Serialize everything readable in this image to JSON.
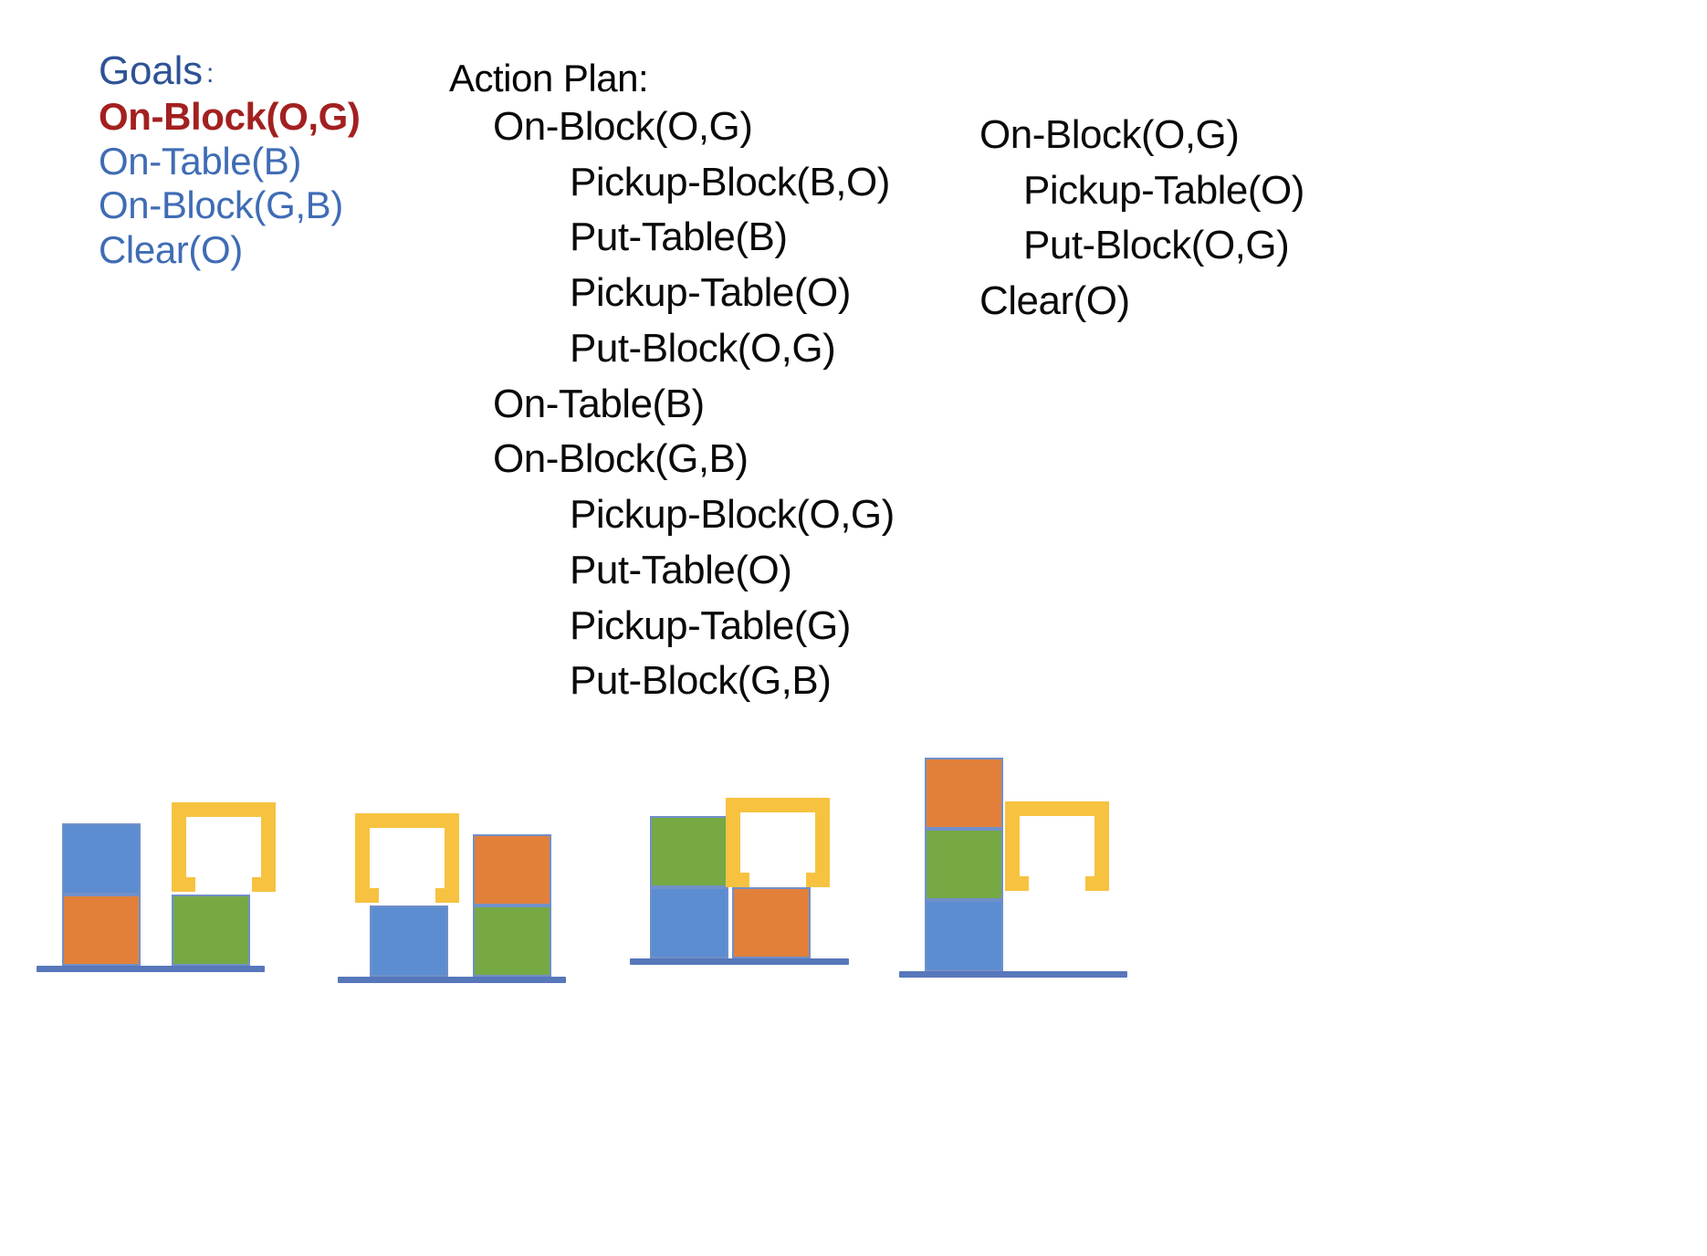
{
  "goals": {
    "title": "Goals",
    "title_colon": ":",
    "items": [
      {
        "text": "On-Block(O,G)",
        "highlight": true
      },
      {
        "text": "On-Table(B)",
        "highlight": false
      },
      {
        "text": "On-Block(G,B)",
        "highlight": false
      },
      {
        "text": "Clear(O)",
        "highlight": false
      }
    ],
    "color": "#3f6cb5",
    "highlight_color": "#a32020"
  },
  "action_plan": {
    "header": "Action Plan:",
    "lines": [
      {
        "text": "On-Block(O,G)",
        "indent": 1
      },
      {
        "text": "Pickup-Block(B,O)",
        "indent": 2
      },
      {
        "text": "Put-Table(B)",
        "indent": 2
      },
      {
        "text": "Pickup-Table(O)",
        "indent": 2
      },
      {
        "text": "Put-Block(O,G)",
        "indent": 2
      },
      {
        "text": "On-Table(B)",
        "indent": 1
      },
      {
        "text": "On-Block(G,B)",
        "indent": 1
      },
      {
        "text": "Pickup-Block(O,G)",
        "indent": 2
      },
      {
        "text": "Put-Table(O)",
        "indent": 2
      },
      {
        "text": "Pickup-Table(G)",
        "indent": 2
      },
      {
        "text": "Put-Block(G,B)",
        "indent": 2
      }
    ]
  },
  "action_plan_right": {
    "lines": [
      {
        "text": "On-Block(O,G)",
        "indent": 0
      },
      {
        "text": "Pickup-Table(O)",
        "indent": 1
      },
      {
        "text": "Put-Block(O,G)",
        "indent": 1
      },
      {
        "text": "Clear(O)",
        "indent": 0
      }
    ]
  },
  "colors": {
    "block_blue": "#5b8dd0",
    "block_orange": "#e2803a",
    "block_green": "#76a844",
    "gripper_yellow": "#f7c23f",
    "table_blue": "#5777bb",
    "block_border": "#7190c9"
  },
  "scenes": [
    {
      "name": "scene-1",
      "stacks": [
        {
          "label": "stack-blue-over-orange",
          "blocks": [
            "blue",
            "orange"
          ]
        },
        {
          "label": "block-green",
          "blocks": [
            "green"
          ]
        }
      ],
      "gripper": "empty-gripper"
    },
    {
      "name": "scene-2",
      "stacks": [
        {
          "label": "block-blue",
          "blocks": [
            "blue"
          ]
        },
        {
          "label": "stack-orange-over-green",
          "blocks": [
            "orange",
            "green"
          ]
        }
      ],
      "gripper": "empty-gripper"
    },
    {
      "name": "scene-3",
      "stacks": [
        {
          "label": "stack-green-over-blue",
          "blocks": [
            "green",
            "blue"
          ]
        },
        {
          "label": "block-orange",
          "blocks": [
            "orange"
          ]
        }
      ],
      "gripper": "empty-gripper"
    },
    {
      "name": "scene-4",
      "stacks": [
        {
          "label": "stack-orange-green-blue",
          "blocks": [
            "orange",
            "green",
            "blue"
          ]
        }
      ],
      "gripper": "empty-gripper"
    }
  ]
}
